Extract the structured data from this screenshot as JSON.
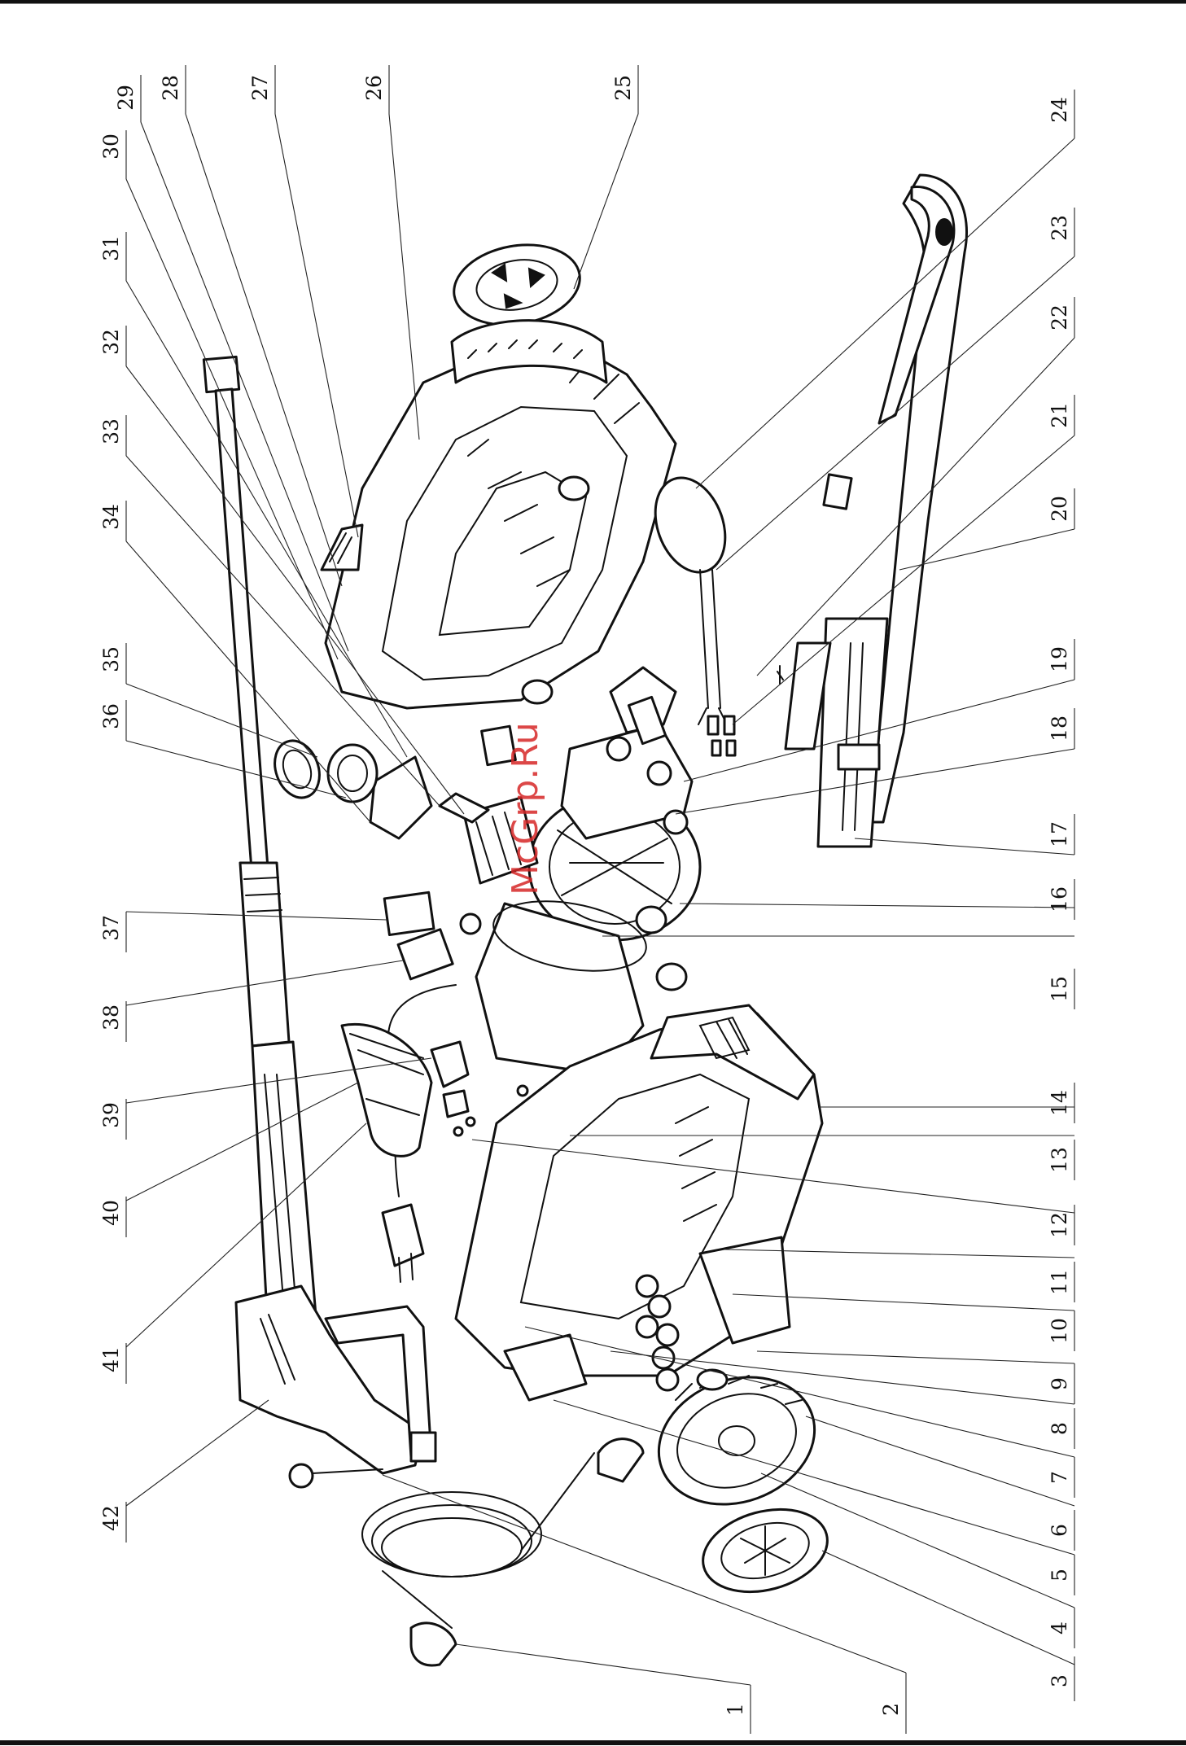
{
  "watermark": "McGrp.Ru",
  "callouts": {
    "top": [
      "29",
      "28",
      "27",
      "26",
      "25",
      "30",
      "31",
      "32",
      "33",
      "34",
      "35",
      "36",
      "37",
      "38",
      "39",
      "40",
      "41",
      "42"
    ],
    "right": [
      "24",
      "23",
      "22",
      "21",
      "20",
      "19",
      "18",
      "17",
      "16",
      "15",
      "14",
      "13",
      "12",
      "11",
      "10",
      "9",
      "8",
      "7",
      "6",
      "5",
      "4",
      "3"
    ],
    "bottom": [
      "1",
      "2"
    ]
  }
}
